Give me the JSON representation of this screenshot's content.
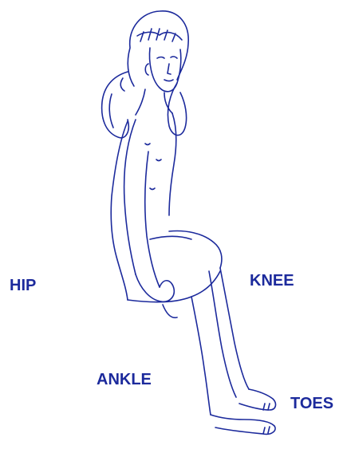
{
  "labels": {
    "hip": "HIP",
    "knee": "KNEE",
    "ankle": "ANKLE",
    "toes": "TOES"
  },
  "colors": {
    "line": "#1c2a9c",
    "label": "#1c2a9c",
    "background": "#ffffff"
  },
  "illustration": "seated-child-line-drawing"
}
